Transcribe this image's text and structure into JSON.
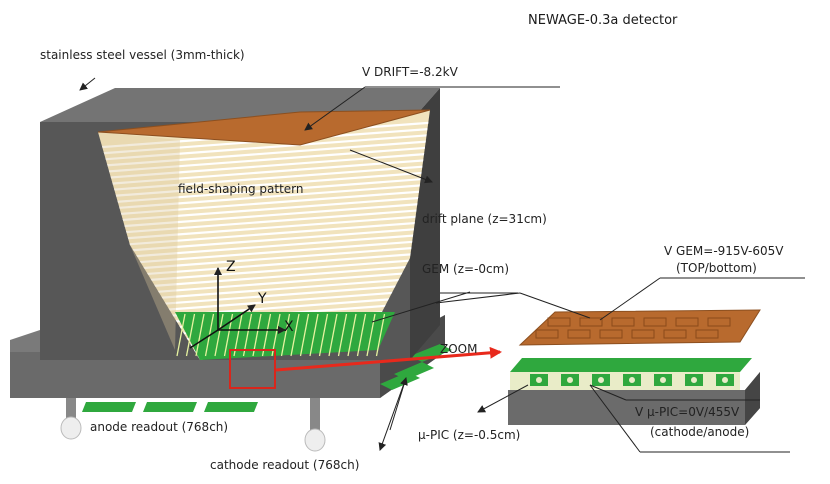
{
  "title": "NEWAGE-0.3a detector",
  "labels": {
    "vessel": "stainless steel vessel (3mm-thick)",
    "v_drift": "V   DRIFT=-8.2kV",
    "field_shaping": "field-shaping pattern",
    "drift_plane": "drift plane (z=31cm)",
    "gem_pos": "GEM (z=-0cm)",
    "v_gem": "V   GEM=-915V-605V",
    "v_gem_sub": "(TOP/bottom)",
    "zoom": "ZOOM",
    "upic_pos": "μ-PIC   (z=-0.5cm)",
    "v_upic": "V   μ-PIC=0V/455V",
    "v_upic_sub": "(cathode/anode)",
    "anode": "anode readout (768ch)",
    "cathode": "cathode readout (768ch)"
  },
  "axes": {
    "z": "Z",
    "y": "Y",
    "x": "X"
  },
  "colors": {
    "vessel_dark": "#4d4d4d",
    "vessel_mid": "#5e5e5e",
    "vessel_light": "#8a8a8a",
    "cream": "#f1e3bd",
    "cream_line": "#ffffff",
    "copper": "#b86a2e",
    "green": "#2fa83e",
    "zoom_box": "#d9261c",
    "zoom_arrow": "#e8291c"
  }
}
